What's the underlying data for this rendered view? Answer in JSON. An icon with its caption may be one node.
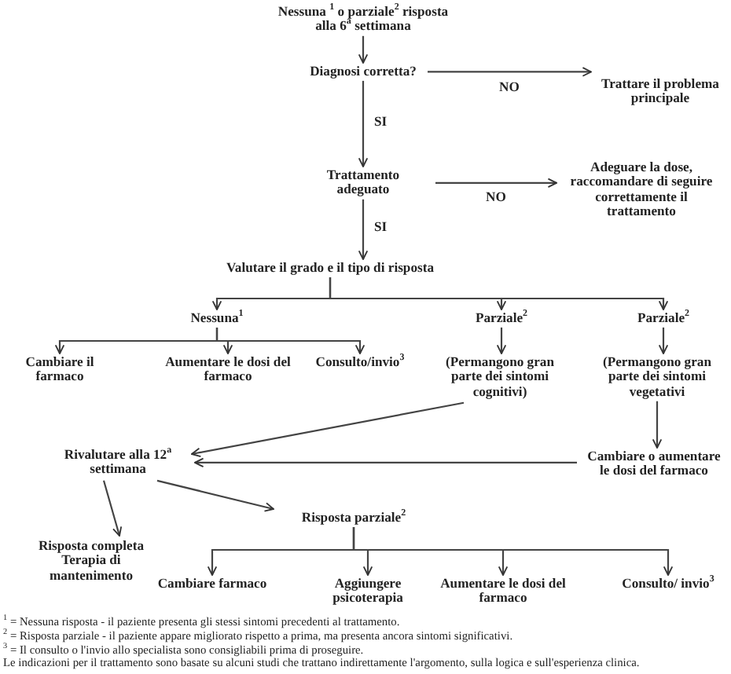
{
  "diagram": {
    "nodes": [
      {
        "text": [
          "Nessuna $^{1}$ o parziale$^{2}$ risposta alla 6$^{a}$ settimana"
        ]
      },
      {
        "text": [
          "Diagnosi corretta?"
        ]
      },
      {
        "text": [
          "Trattare il problema principale"
        ]
      },
      {
        "text": [
          "Trattamento adeguato"
        ]
      },
      {
        "text": [
          "Adeguare la dose, raccomandare di seguire correttamente il trattamento"
        ]
      },
      {
        "text": [
          "Valutare il grado e il tipo di risposta"
        ]
      },
      {
        "text": [
          "Nessuna$^{1}$"
        ]
      },
      {
        "text": [
          "Parziale$^{2}$"
        ]
      },
      {
        "text": [
          "Parziale$^{2}$"
        ]
      },
      {
        "text": [
          "Cambiare il farmaco"
        ]
      },
      {
        "text": [
          "Aumentare le dosi del farmaco"
        ]
      },
      {
        "text": [
          "Consulto/invio$^{3}$"
        ]
      },
      {
        "text": [
          "(Permangono gran parte dei sintomi cognitivi)"
        ]
      },
      {
        "text": [
          "(Permangono gran parte dei sintomi vegetativi"
        ]
      },
      {
        "text": [
          "Rivalutare alla 12$^{a}$ settimana"
        ]
      },
      {
        "text": [
          "Cambiare o aumentare le dosi del farmaco"
        ]
      },
      {
        "text": [
          "Risposta completa",
          "Terapia di mantenimento"
        ]
      },
      {
        "text": [
          "Risposta parziale$^{2}$"
        ]
      },
      {
        "text": [
          "Cambiare farmaco"
        ]
      },
      {
        "text": [
          "Aggiungere psicoterapia"
        ]
      },
      {
        "text": [
          "Aumentare le dosi del farmaco"
        ]
      },
      {
        "text": [
          "Consulto/ invio$^{3}$"
        ]
      }
    ],
    "edges": [
      {
        "from": 0,
        "to": 1,
        "arrow": "to"
      },
      {
        "from": 1,
        "to": 2,
        "arrow": "to",
        "label": "NO"
      },
      {
        "from": 1,
        "to": 3,
        "arrow": "to",
        "label": "SI"
      },
      {
        "from": 3,
        "to": 4,
        "arrow": "to",
        "label": "NO"
      },
      {
        "from": 3,
        "to": 5,
        "arrow": "to",
        "label": "SI"
      },
      {
        "from": 5,
        "to": 6,
        "arrow": "to"
      },
      {
        "from": 5,
        "to": 7,
        "arrow": "to"
      },
      {
        "from": 5,
        "to": 8,
        "arrow": "to"
      },
      {
        "from": 6,
        "to": 9,
        "arrow": "to"
      },
      {
        "from": 6,
        "to": 10,
        "arrow": "to"
      },
      {
        "from": 6,
        "to": 11,
        "arrow": "to"
      },
      {
        "from": 7,
        "to": 12,
        "arrow": "to"
      },
      {
        "from": 8,
        "to": 13,
        "arrow": "to"
      },
      {
        "from": 12,
        "to": 14,
        "arrow": "to"
      },
      {
        "from": 13,
        "to": 15,
        "arrow": "to"
      },
      {
        "from": 15,
        "to": 14,
        "arrow": "to"
      },
      {
        "from": 14,
        "to": 16,
        "arrow": "to"
      },
      {
        "from": 14,
        "to": 17,
        "arrow": "to"
      },
      {
        "from": 17,
        "to": 18,
        "arrow": "to"
      },
      {
        "from": 17,
        "to": 19,
        "arrow": "to"
      },
      {
        "from": 17,
        "to": 20,
        "arrow": "to"
      },
      {
        "from": 17,
        "to": 21,
        "arrow": "to"
      }
    ],
    "labels": [
      "$^{1}$ = Nessuna risposta - il paziente presenta gli stessi sintomi precedenti al trattamento.",
      "$^{2}$ = Risposta parziale - il paziente appare migliorato rispetto a prima, ma presenta ancora sintomi significativi.",
      "$^{3}$ = Il consulto o l'invio allo specialista sono consigliabili prima di proseguire.",
      "Le indicazioni per il trattamento sono basate su alcuni studi che trattano indirettamente l'argomento, sulla logica e sull'esperienza clinica."
    ]
  }
}
